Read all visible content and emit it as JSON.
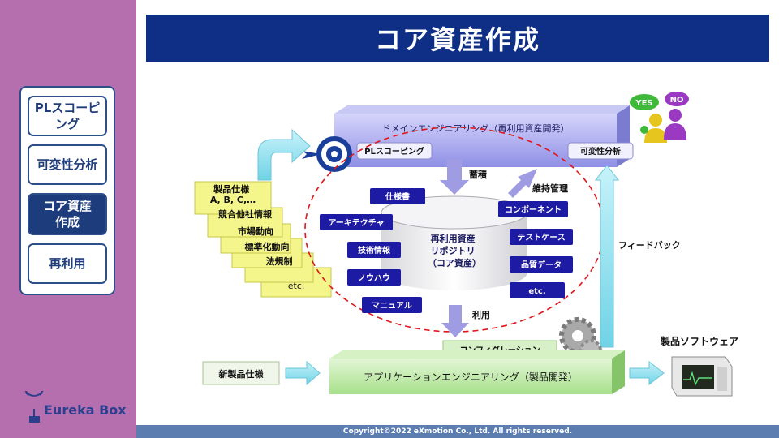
{
  "title": "コア資産作成",
  "nav": {
    "items": [
      {
        "label": "PLスコーピ\nング"
      },
      {
        "label": "可変性分析"
      },
      {
        "label": "コア資産\n作成"
      },
      {
        "label": "再利用"
      }
    ],
    "active_index": 2
  },
  "logo": {
    "text": "Eureka Box"
  },
  "footer": {
    "copyright": "Copyright©2022 eXmotion Co., Ltd. All rights reserved."
  },
  "diagram": {
    "domain_engineering": "ドメインエンジニアリング（再利用資産開発）",
    "pl_scoping": "PLスコーピング",
    "variability_analysis": "可変性分析",
    "accumulate": "蓄積",
    "maintenance": "維持管理",
    "repository": "再利用資産\nリポジトリ\n（コア資産）",
    "left_assets": [
      "仕様書",
      "アーキテクチャ",
      "技術情報",
      "ノウハウ",
      "マニュアル"
    ],
    "right_assets": [
      "コンポーネント",
      "テストケース",
      "品質データ",
      "etc."
    ],
    "inputs": [
      "製品仕様\nA, B, C,…",
      "競合他社情報",
      "市場動向",
      "標準化動向",
      "法規制",
      "etc."
    ],
    "use": "利用",
    "feedback": "フィードバック",
    "new_spec": "新製品仕様",
    "configuration": "コンフィグレーション",
    "application_engineering": "アプリケーションエンジニアリング（製品開発）",
    "product_software": "製品ソフトウェア",
    "yes_label": "YES",
    "no_label": "NO"
  },
  "colors": {
    "sidebar": "#b56fae",
    "title_bar": "#0f2f87",
    "asset_box": "#1d1aa3",
    "domain_bar": "#a8a8f0",
    "app_bar": "#bfe9a8",
    "arrow_cyan": "#8fe0ee",
    "arrow_purple": "#9f9ce4",
    "dashed_ellipse": "#e0161b",
    "sticky_note": "#f4f58a",
    "footer": "#5b7db0"
  }
}
